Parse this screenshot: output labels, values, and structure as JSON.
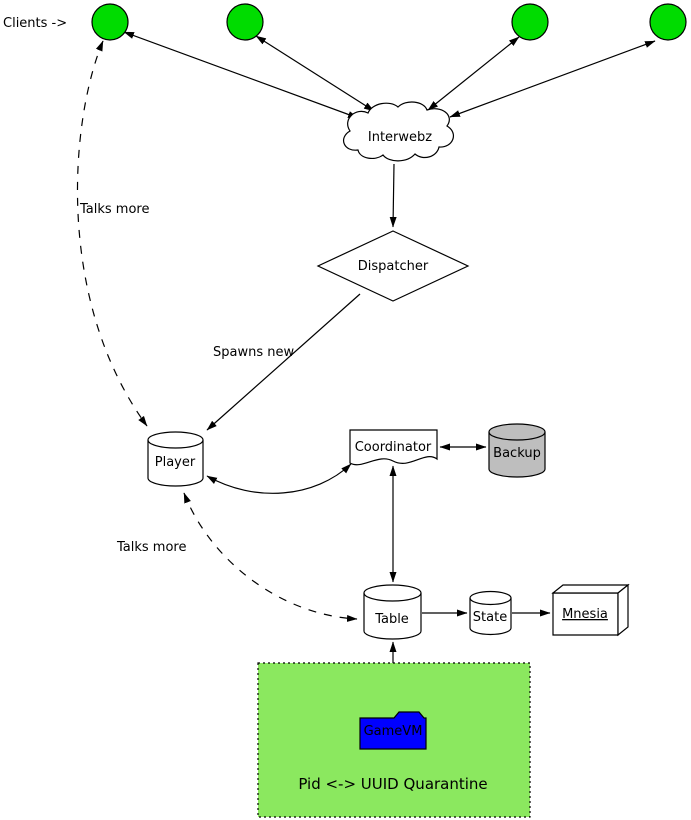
{
  "diagram": {
    "clients_label": "Clients ->",
    "nodes": {
      "interwebz": "Interwebz",
      "dispatcher": "Dispatcher",
      "player": "Player",
      "coordinator": "Coordinator",
      "backup": "Backup",
      "table": "Table",
      "state": "State",
      "mnesia": "Mnesia",
      "gamevm": "GameVM",
      "quarantine": "Pid <-> UUID Quarantine"
    },
    "edge_labels": {
      "spawns_new": "Spawns new",
      "talks_more_clients": "Talks more",
      "talks_more_player": "Talks more"
    },
    "colors": {
      "client_fill": "#00dc00",
      "backup_fill": "#bebebe",
      "quarantine_fill": "#8be85f",
      "gamevm_fill": "#0000ff"
    }
  }
}
